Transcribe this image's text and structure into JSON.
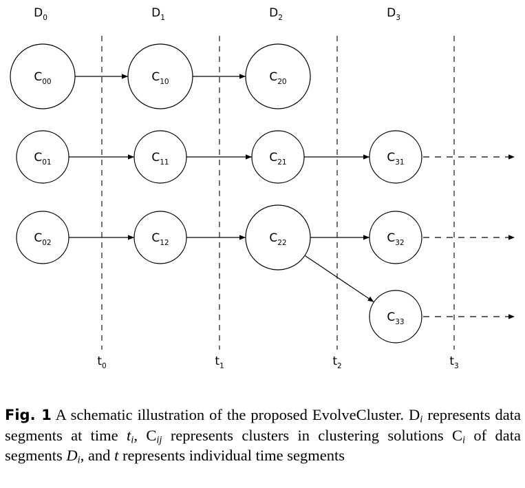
{
  "segments": [
    {
      "base": "D",
      "sub": "0"
    },
    {
      "base": "D",
      "sub": "1"
    },
    {
      "base": "D",
      "sub": "2"
    },
    {
      "base": "D",
      "sub": "3"
    }
  ],
  "times": [
    {
      "base": "t",
      "sub": "0"
    },
    {
      "base": "t",
      "sub": "1"
    },
    {
      "base": "t",
      "sub": "2"
    },
    {
      "base": "t",
      "sub": "3"
    }
  ],
  "clusters": [
    {
      "id": "C00",
      "base": "C",
      "sub": "00"
    },
    {
      "id": "C01",
      "base": "C",
      "sub": "01"
    },
    {
      "id": "C02",
      "base": "C",
      "sub": "02"
    },
    {
      "id": "C10",
      "base": "C",
      "sub": "10"
    },
    {
      "id": "C11",
      "base": "C",
      "sub": "11"
    },
    {
      "id": "C12",
      "base": "C",
      "sub": "12"
    },
    {
      "id": "C20",
      "base": "C",
      "sub": "20"
    },
    {
      "id": "C21",
      "base": "C",
      "sub": "21"
    },
    {
      "id": "C22",
      "base": "C",
      "sub": "22"
    },
    {
      "id": "C31",
      "base": "C",
      "sub": "31"
    },
    {
      "id": "C32",
      "base": "C",
      "sub": "32"
    },
    {
      "id": "C33",
      "base": "C",
      "sub": "33"
    }
  ],
  "edges": [
    {
      "from": "C00",
      "to": "C10",
      "style": "solid"
    },
    {
      "from": "C10",
      "to": "C20",
      "style": "solid"
    },
    {
      "from": "C01",
      "to": "C11",
      "style": "solid"
    },
    {
      "from": "C11",
      "to": "C21",
      "style": "solid"
    },
    {
      "from": "C21",
      "to": "C31",
      "style": "solid"
    },
    {
      "from": "C02",
      "to": "C12",
      "style": "solid"
    },
    {
      "from": "C12",
      "to": "C22",
      "style": "solid"
    },
    {
      "from": "C22",
      "to": "C32",
      "style": "solid"
    },
    {
      "from": "C22",
      "to": "C33",
      "style": "solid"
    },
    {
      "from": "C31",
      "to": null,
      "style": "dashed"
    },
    {
      "from": "C32",
      "to": null,
      "style": "dashed"
    },
    {
      "from": "C33",
      "to": null,
      "style": "dashed"
    }
  ],
  "caption": {
    "label": "Fig. 1",
    "text": "A schematic illustration of the proposed EvolveCluster. D i represents data segments at time t i , C ij represents clusters in clustering solutions C i of data segments D i , and t represents individual time segments"
  }
}
